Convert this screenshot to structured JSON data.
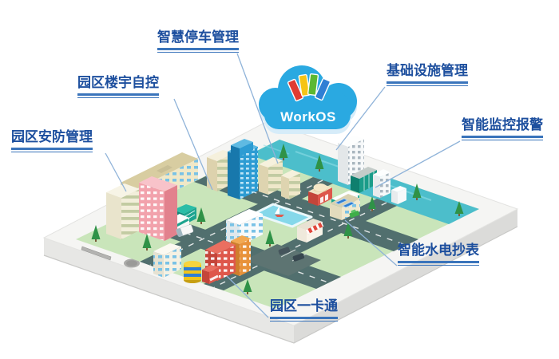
{
  "cloud": {
    "label": "WorkOS",
    "color": "#2aa9e1",
    "logo_book_colors": [
      "#e03c31",
      "#f5c416",
      "#5cb832",
      "#2f7fd4"
    ]
  },
  "callouts": [
    {
      "id": "smart-parking",
      "text": "智慧停车管理"
    },
    {
      "id": "building-automation",
      "text": "园区楼宇自控"
    },
    {
      "id": "park-security",
      "text": "园区安防管理"
    },
    {
      "id": "infrastructure",
      "text": "基础设施管理"
    },
    {
      "id": "monitoring-alarm",
      "text": "智能监控报警"
    },
    {
      "id": "utility-metering",
      "text": "智能水电抄表"
    },
    {
      "id": "one-card",
      "text": "园区一卡通"
    }
  ],
  "colors": {
    "label_text": "#1d4f9e",
    "label_underline": "#3a74bb",
    "leader_line": "#8fb3d9",
    "cloud_blue": "#2aa9e1",
    "grass_green": "#c9e5ba",
    "water_teal": "#4cbecb",
    "road_gray": "#516f6e",
    "phone_white": "#f5f5f3",
    "background": "#ffffff"
  }
}
